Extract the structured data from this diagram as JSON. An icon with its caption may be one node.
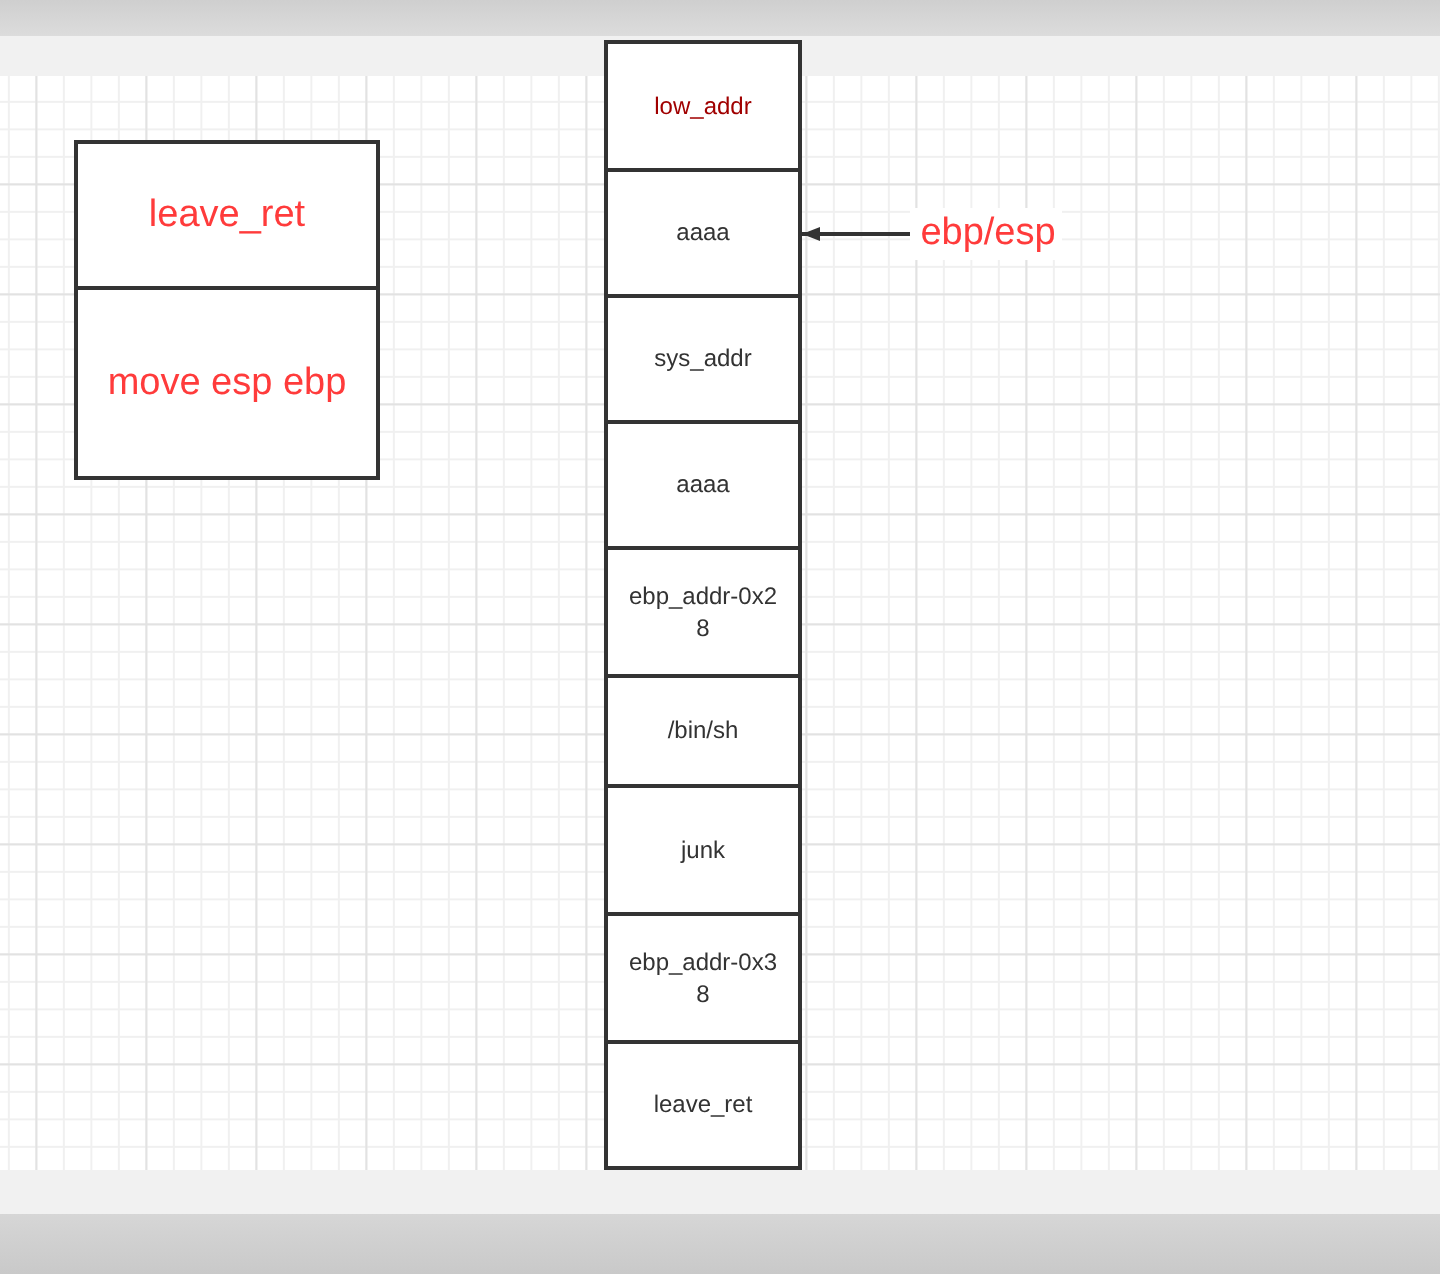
{
  "diagram": {
    "nodes": [
      {
        "text": [
          "leave_ret"
        ]
      },
      {
        "text": [
          "move esp ebp"
        ]
      },
      {
        "text": [
          "low_addr"
        ]
      },
      {
        "text": [
          "aaaa"
        ]
      },
      {
        "text": [
          "sys_addr"
        ]
      },
      {
        "text": [
          "aaaa"
        ]
      },
      {
        "text": [
          "ebp_addr-0x28"
        ]
      },
      {
        "text": [
          "/bin/sh"
        ]
      },
      {
        "text": [
          "junk"
        ]
      },
      {
        "text": [
          "ebp_addr-0x38"
        ]
      },
      {
        "text": [
          "leave_ret"
        ]
      },
      {
        "text": [
          "ebp/esp"
        ]
      }
    ],
    "edges": [
      {
        "from": 11,
        "to": 3,
        "arrow": "to"
      }
    ]
  }
}
